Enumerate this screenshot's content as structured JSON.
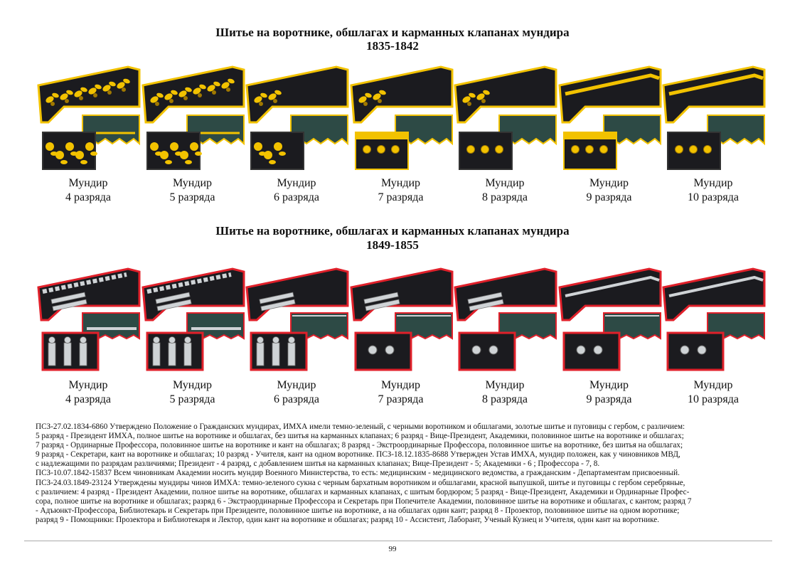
{
  "section1": {
    "title_line1": "Шитье на воротнике, обшлагах и карманных клапанах мундира",
    "title_line2": "1835-1842",
    "captions": [
      {
        "l1": "Мундир",
        "l2": "4 разряда"
      },
      {
        "l1": "Мундир",
        "l2": "5 разряда"
      },
      {
        "l1": "Мундир",
        "l2": "6 разряда"
      },
      {
        "l1": "Мундир",
        "l2": "7 разряда"
      },
      {
        "l1": "Мундир",
        "l2": "8 разряда"
      },
      {
        "l1": "Мундир",
        "l2": "9 разряда"
      },
      {
        "l1": "Мундир",
        "l2": "10 разряда"
      }
    ]
  },
  "section2": {
    "title_line1": "Шитье на воротнике, обшлагах и карманных клапанах мундира",
    "title_line2": "1849-1855",
    "captions": [
      {
        "l1": "Мундир",
        "l2": "4 разряда"
      },
      {
        "l1": "Мундир",
        "l2": "5 разряда"
      },
      {
        "l1": "Мундир",
        "l2": "6 разряда"
      },
      {
        "l1": "Мундир",
        "l2": "7 разряда"
      },
      {
        "l1": "Мундир",
        "l2": "8 разряда"
      },
      {
        "l1": "Мундир",
        "l2": "9 разряда"
      },
      {
        "l1": "Мундир",
        "l2": "10 разряда"
      }
    ]
  },
  "colors": {
    "collar": "#1b1b1f",
    "cuff": "#2d4a45",
    "gold": "#f2c200",
    "gold_dark": "#a07800",
    "silver": "#cfd3d6",
    "red": "#e0202a"
  },
  "notes": [
    "ПСЗ-27.02.1834-6860  Утверждено Положение о Гражданских мундирах, ИМХА имели темно-зеленый, с черными воротником и обшлагами, золотые шитье и пуговицы с гербом, с различием:",
    "5 разряд - Президент ИМХА, полное шитье на воротнике и обшлагах, без шитья на карманных клапанах; 6 разряд - Вице-Президент, Академики, половинное шитье на воротнике и обшлагах;",
    "7 разряд - Ординарные Профессора, половинное шитье на воротнике и кант на обшлагах; 8 разряд - Экстроординарные Профессора, половинное шитье на воротнике, без шитья на обшлагах;",
    "9 разряд - Секретари, кант на воротнике и обшлагах; 10 разряд - Учителя, кант на одном воротнике. ПСЗ-18.12.1835-8688  Утвержден Устав ИМХА, мундир положен, как у чиновников МВД,",
    "с надлежащими по разрядам различиями; Президент - 4 разряд, с добавлением шитья на карманных клапанах; Вице-Президент - 5; Академики - 6 ; Профессора - 7, 8.",
    "ПСЗ-10.07.1842-15837  Всем чиновникам Академии носить мундир Военного Министерства, то есть: медицинским - медицинского ведомства, а гражданским - Департаментам присвоенный.",
    "ПСЗ-24.03.1849-23124  Утверждены мундиры чинов ИМХА: темно-зеленого сукна с черным бархатным воротником и обшлагами, красной выпушкой, шитье и пуговицы с гербом серебряные,",
    "с различием: 4 разряд - Президент Академии, полное шитье на воротнике, обшлагах и карманных клапанах, с шитым бордюром; 5 разряд - Вице-Президент, Академики и Ординарные Профес-",
    "сора, полное шитье на воротнике и обшлагах; разряд 6 - Экстраординарные Профессора и Секретарь при Попечителе Академии, половинное шитье на воротнике и обшлагах, с кантом; разряд 7",
    "- Адъюнкт-Профессора, Библиотекарь и Секретарь при Президенте, половинное шитье на воротнике, а на обшлагах один кант; разряд 8 - Прозектор, половинное шитье на одном воротнике;",
    "разряд 9 - Помощники: Прозектора и Библиотекаря и Лектор, один кант на воротнике и обшлагах; разряд 10 - Ассистент, Лаборант, Ученый Кузнец и Учителя, один кант на воротнике."
  ],
  "page_number": "99"
}
